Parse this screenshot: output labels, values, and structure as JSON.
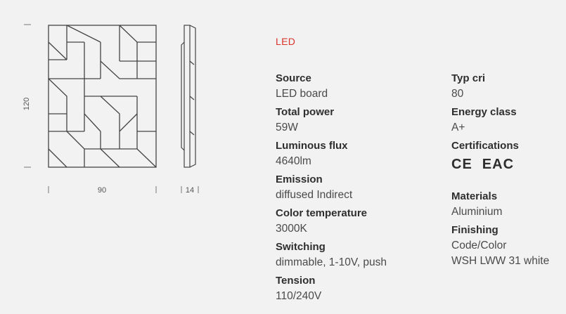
{
  "drawing": {
    "height_label": "120",
    "width_label": "90",
    "depth_label": "14"
  },
  "led_label": "LED",
  "left_specs": [
    {
      "label": "Source",
      "value": "LED board"
    },
    {
      "label": "Total power",
      "value": "59W"
    },
    {
      "label": "Luminous flux",
      "value": "4640lm"
    },
    {
      "label": "Emission",
      "value": "diffused Indirect"
    },
    {
      "label": "Color temperature",
      "value": "3000K"
    },
    {
      "label": "Switching",
      "value": "dimmable, 1-10V, push"
    },
    {
      "label": "Tension",
      "value": "110/240V"
    }
  ],
  "right_specs": {
    "typ_cri": {
      "label": "Typ cri",
      "value": "80"
    },
    "energy_class": {
      "label": "Energy class",
      "value": "A+"
    },
    "certifications": {
      "label": "Certifications",
      "marks": [
        "CE",
        "EAC"
      ]
    },
    "materials": {
      "label": "Materials",
      "value": "Aluminium"
    },
    "finishing": {
      "label": "Finishing",
      "value": "Code/Color",
      "code": "WSH LWW 31 white"
    }
  }
}
